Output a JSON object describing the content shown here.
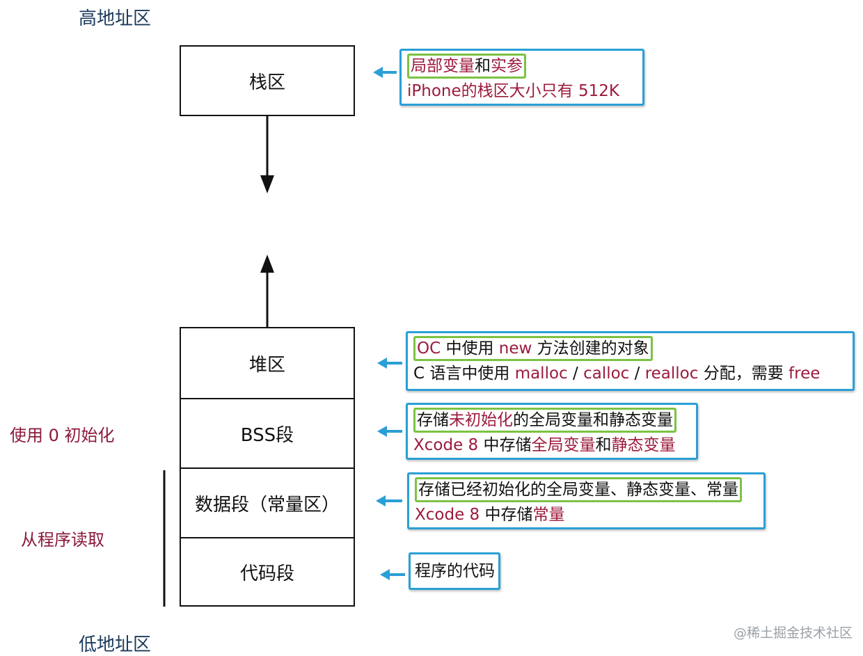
{
  "labels": {
    "high_address": "高地址区",
    "low_address": "低地址区",
    "zero_init": "使用 0 初始化",
    "read_from_program": "从程序读取"
  },
  "segments": {
    "stack": "栈区",
    "heap": "堆区",
    "bss": "BSS段",
    "data": "数据段（常量区）",
    "code": "代码段"
  },
  "notes": {
    "stack": {
      "l1": [
        "局部变量",
        "和",
        "实参"
      ],
      "l2": "iPhone的栈区大小只有 512K"
    },
    "heap": {
      "l1": [
        "OC",
        " 中使用 ",
        "new",
        " 方法创建的对象"
      ],
      "l2": [
        "C 语言中使用 ",
        "malloc",
        " / ",
        "calloc",
        " / ",
        "realloc",
        " 分配，需要 ",
        "free"
      ]
    },
    "bss": {
      "l1": [
        "存储",
        "未初始化",
        "的全局变量和静态变量"
      ],
      "l2": [
        "Xcode 8",
        " 中存储",
        "全局变量",
        "和",
        "静态变量"
      ]
    },
    "data": {
      "l1": "存储已经初始化的全局变量、静态变量、常量",
      "l2": [
        "Xcode 8",
        " 中存储",
        "常量"
      ]
    },
    "code": {
      "l1": "程序的代码"
    }
  },
  "watermark": "@稀土掘金技术社区",
  "colors": {
    "note_border": "#2a9fd6",
    "highlight_border": "#7cc243",
    "accent_text": "#9c1b3c",
    "arrow_blue": "#2a9fd6"
  }
}
